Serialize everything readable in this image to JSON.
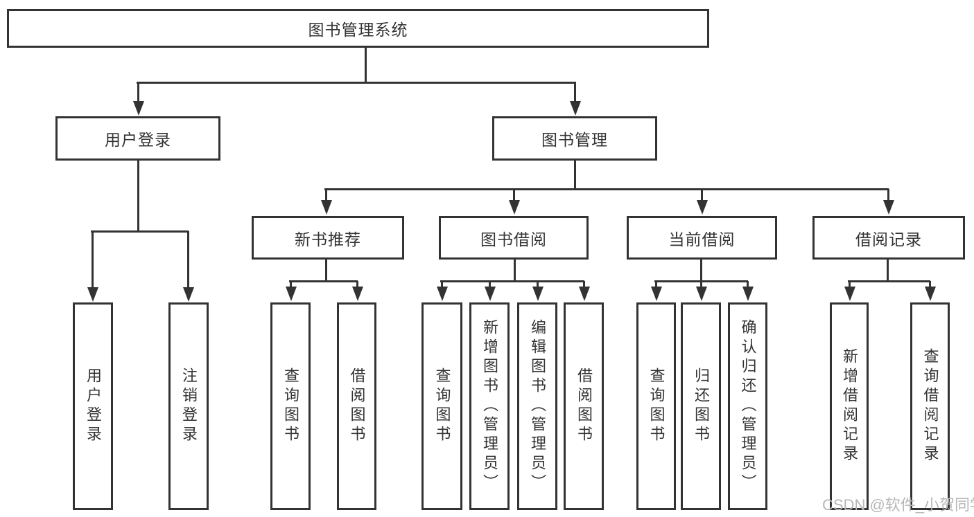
{
  "diagram": {
    "root": {
      "label": "图书管理系统"
    },
    "level2": [
      {
        "label": "用户登录"
      },
      {
        "label": "图书管理"
      }
    ],
    "level3": [
      {
        "label": "新书推荐"
      },
      {
        "label": "图书借阅"
      },
      {
        "label": "当前借阅"
      },
      {
        "label": "借阅记录"
      }
    ],
    "leaves": {
      "user_login": [
        {
          "label": "用户登录"
        },
        {
          "label": "注销登录"
        }
      ],
      "new_books": [
        {
          "label": "查询图书"
        },
        {
          "label": "借阅图书"
        }
      ],
      "book_borrow": [
        {
          "label": "查询图书"
        },
        {
          "label": "新增图书（管理员）"
        },
        {
          "label": "编辑图书（管理员）"
        },
        {
          "label": "借阅图书"
        }
      ],
      "current_borrow": [
        {
          "label": "查询图书"
        },
        {
          "label": "归还图书"
        },
        {
          "label": "确认归还（管理员）"
        }
      ],
      "borrow_records": [
        {
          "label": "新增借阅记录"
        },
        {
          "label": "查询借阅记录"
        }
      ]
    },
    "watermark": "CSDN @软件_小贺同学",
    "colors": {
      "line": "#333333",
      "text": "#333333",
      "watermark": "#b7b7b7",
      "background": "#ffffff"
    }
  }
}
